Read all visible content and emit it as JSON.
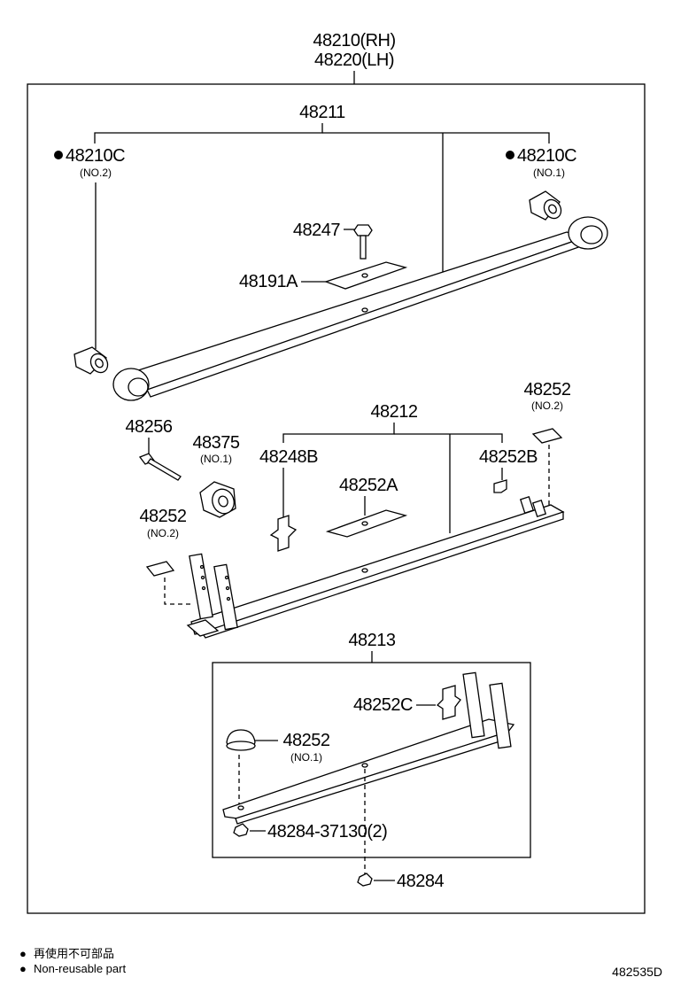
{
  "assembly": {
    "rh": "48210(RH)",
    "lh": "48220(LH)"
  },
  "leaf_no1": {
    "number": "48211",
    "bushing_left": {
      "number": "48210C",
      "note": "(NO.2)",
      "non_reusable": true
    },
    "bushing_right": {
      "number": "48210C",
      "note": "(NO.1)",
      "non_reusable": true
    },
    "bolt": "48247",
    "plate": "48191A"
  },
  "leaf_no2": {
    "number": "48212",
    "bolt": "48256",
    "bushing": {
      "number": "48375",
      "note": "(NO.1)"
    },
    "clip_left": "48248B",
    "insert_center": "48252A",
    "clip_right": "48252B",
    "pad_right": {
      "number": "48252",
      "note": "(NO.2)"
    },
    "pad_left": {
      "number": "48252",
      "note": "(NO.2)"
    }
  },
  "leaf_no3": {
    "number": "48213",
    "clip": "48252C",
    "pad": {
      "number": "48252",
      "note": "(NO.1)"
    },
    "nut": "48284-37130(2)"
  },
  "loose_nut": "48284",
  "legend": {
    "marker": "●",
    "japanese": "再使用不可部品",
    "english": "Non-reusable part"
  },
  "diagram_code": "482535D"
}
